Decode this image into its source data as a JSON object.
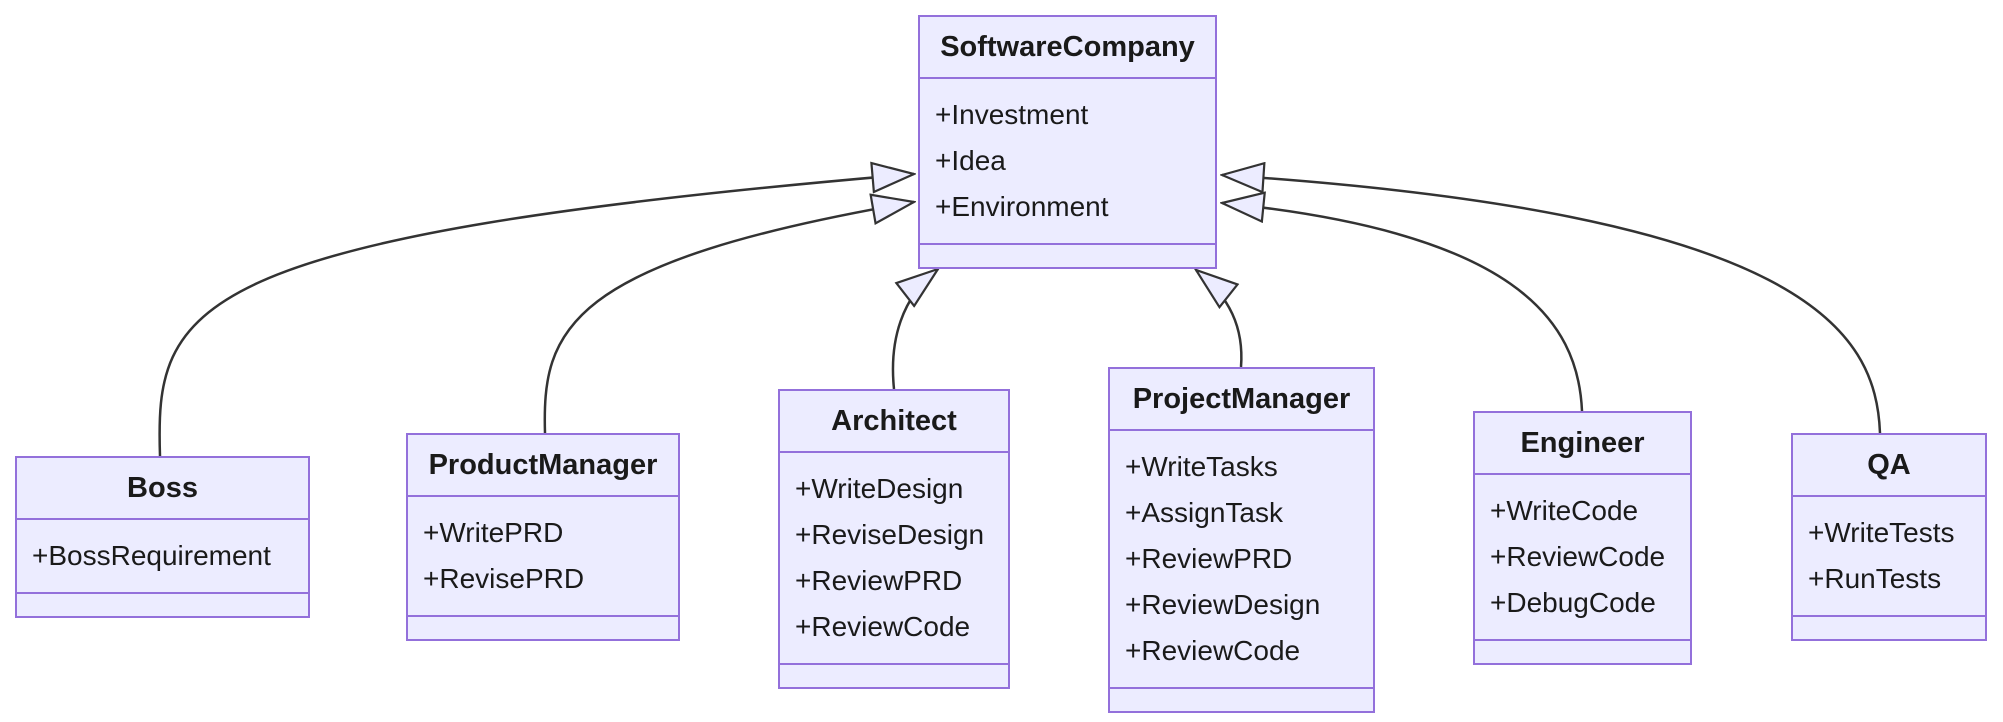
{
  "diagram": {
    "kind": "uml-class-diagram",
    "colors": {
      "background": "#ffffff",
      "node_fill": "#ECECFF",
      "node_border": "#9370DB",
      "edge": "#333333",
      "text": "#1a1a1a"
    },
    "classes": [
      {
        "id": "software-company",
        "name": "SoftwareCompany",
        "attributes": [
          "+Investment",
          "+Idea",
          "+Environment"
        ],
        "methods": []
      },
      {
        "id": "boss",
        "name": "Boss",
        "attributes": [
          "+BossRequirement"
        ],
        "methods": []
      },
      {
        "id": "product-manager",
        "name": "ProductManager",
        "attributes": [
          "+WritePRD",
          "+RevisePRD"
        ],
        "methods": []
      },
      {
        "id": "architect",
        "name": "Architect",
        "attributes": [
          "+WriteDesign",
          "+ReviseDesign",
          "+ReviewPRD",
          "+ReviewCode"
        ],
        "methods": []
      },
      {
        "id": "project-manager",
        "name": "ProjectManager",
        "attributes": [
          "+WriteTasks",
          "+AssignTask",
          "+ReviewPRD",
          "+ReviewDesign",
          "+ReviewCode"
        ],
        "methods": []
      },
      {
        "id": "engineer",
        "name": "Engineer",
        "attributes": [
          "+WriteCode",
          "+ReviewCode",
          "+DebugCode"
        ],
        "methods": []
      },
      {
        "id": "qa",
        "name": "QA",
        "attributes": [
          "+WriteTests",
          "+RunTests"
        ],
        "methods": []
      }
    ],
    "relationships": [
      {
        "from": "Boss",
        "to": "SoftwareCompany",
        "type": "inheritance"
      },
      {
        "from": "ProductManager",
        "to": "SoftwareCompany",
        "type": "inheritance"
      },
      {
        "from": "Architect",
        "to": "SoftwareCompany",
        "type": "inheritance"
      },
      {
        "from": "ProjectManager",
        "to": "SoftwareCompany",
        "type": "inheritance"
      },
      {
        "from": "Engineer",
        "to": "SoftwareCompany",
        "type": "inheritance"
      },
      {
        "from": "QA",
        "to": "SoftwareCompany",
        "type": "inheritance"
      }
    ]
  }
}
